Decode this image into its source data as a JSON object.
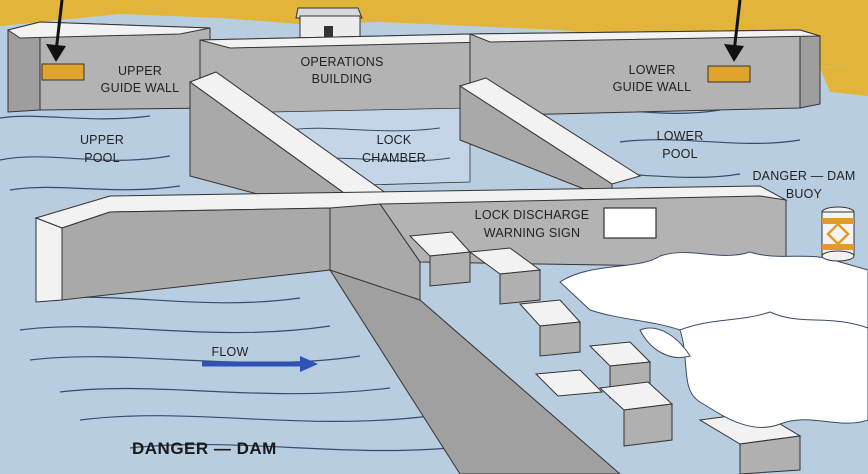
{
  "labels": {
    "upper_guide_wall": [
      "UPPER",
      "GUIDE WALL"
    ],
    "operations_building": [
      "OPERATIONS",
      "BUILDING"
    ],
    "lower_guide_wall": [
      "LOWER",
      "GUIDE WALL"
    ],
    "upper_pool": [
      "UPPER",
      "POOL"
    ],
    "lock_chamber": [
      "LOCK",
      "CHAMBER"
    ],
    "lower_pool": [
      "LOWER",
      "POOL"
    ],
    "danger_dam_buoy": [
      "DANGER — DAM",
      "BUOY"
    ],
    "lock_discharge_warning_sign": [
      "LOCK DISCHARGE",
      "WARNING SIGN"
    ],
    "flow": "FLOW",
    "danger_dam": "DANGER — DAM"
  },
  "colors": {
    "water": "#b9cde0",
    "concrete_top": "#f2f2f2",
    "concrete_side": "#a9a9a9",
    "bank": "#e2b43a",
    "foam": "#ffffff",
    "guide_marker": "#e0a32e",
    "flow_arrow": "#2d52b8"
  }
}
